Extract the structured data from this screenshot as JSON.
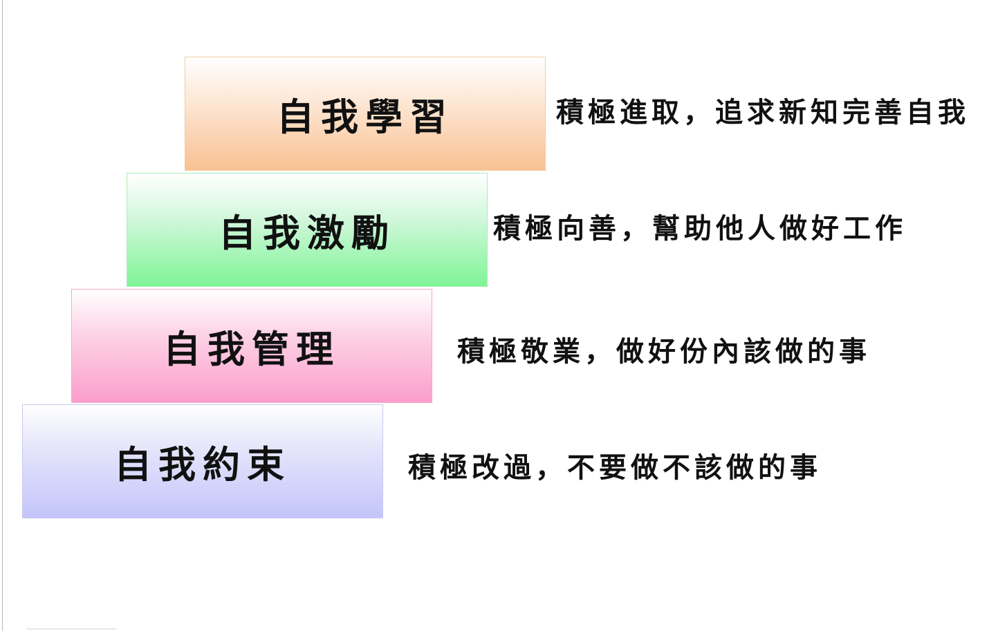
{
  "steps": [
    {
      "label": "自我學習",
      "description": "積極進取，追求新知完善自我",
      "color": "#f9c193"
    },
    {
      "label": "自我激勵",
      "description": "積極向善，幫助他人做好工作",
      "color": "#7ff496"
    },
    {
      "label": "自我管理",
      "description": "積極敬業，做好份內該做的事",
      "color": "#fb9ecb"
    },
    {
      "label": "自我約束",
      "description": "積極改過，不要做不該做的事",
      "color": "#c4c5fb"
    }
  ]
}
